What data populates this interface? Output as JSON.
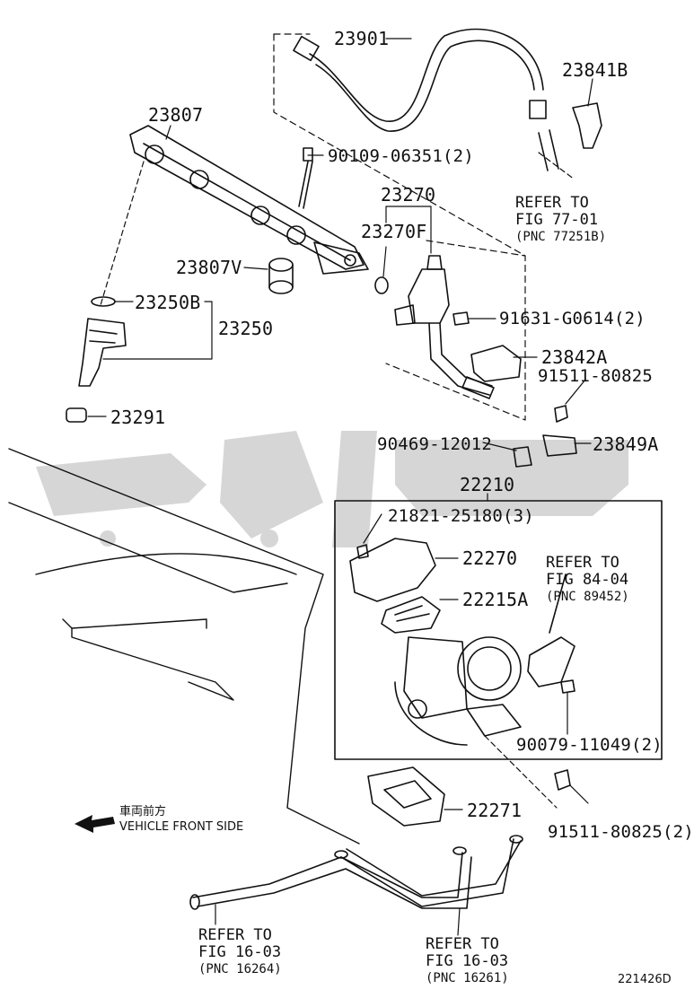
{
  "diagram_code": "221426D",
  "watermark_text": "",
  "watermark_color": "#c8c8c8",
  "labels": {
    "p23901": "23901",
    "p23841B": "23841B",
    "p23807": "23807",
    "p90109": "90109-06351(2)",
    "p23270": "23270",
    "p23270F": "23270F",
    "p23807V": "23807V",
    "p23250B": "23250B",
    "p23250": "23250",
    "p91631": "91631-G0614(2)",
    "p23842A": "23842A",
    "p91511a": "91511-80825",
    "p23291": "23291",
    "p90469": "90469-12012",
    "p23849A": "23849A",
    "p22210": "22210",
    "p21821": "21821-25180(3)",
    "p22270": "22270",
    "p22215A": "22215A",
    "p90079": "90079-11049(2)",
    "p22271": "22271",
    "p91511b": "91511-80825(2)"
  },
  "refs": {
    "r77": {
      "l1": "REFER TO",
      "l2": "FIG 77-01",
      "l3": "(PNC 77251B)"
    },
    "r84": {
      "l1": "REFER TO",
      "l2": "FIG 84-04",
      "l3": "(PNC 89452)"
    },
    "r16a": {
      "l1": "REFER TO",
      "l2": "FIG 16-03",
      "l3": "(PNC 16264)"
    },
    "r16b": {
      "l1": "REFER TO",
      "l2": "FIG 16-03",
      "l3": "(PNC 16261)"
    }
  },
  "vehicle_front": {
    "jp": "車両前方",
    "en": "VEHICLE FRONT SIDE"
  }
}
